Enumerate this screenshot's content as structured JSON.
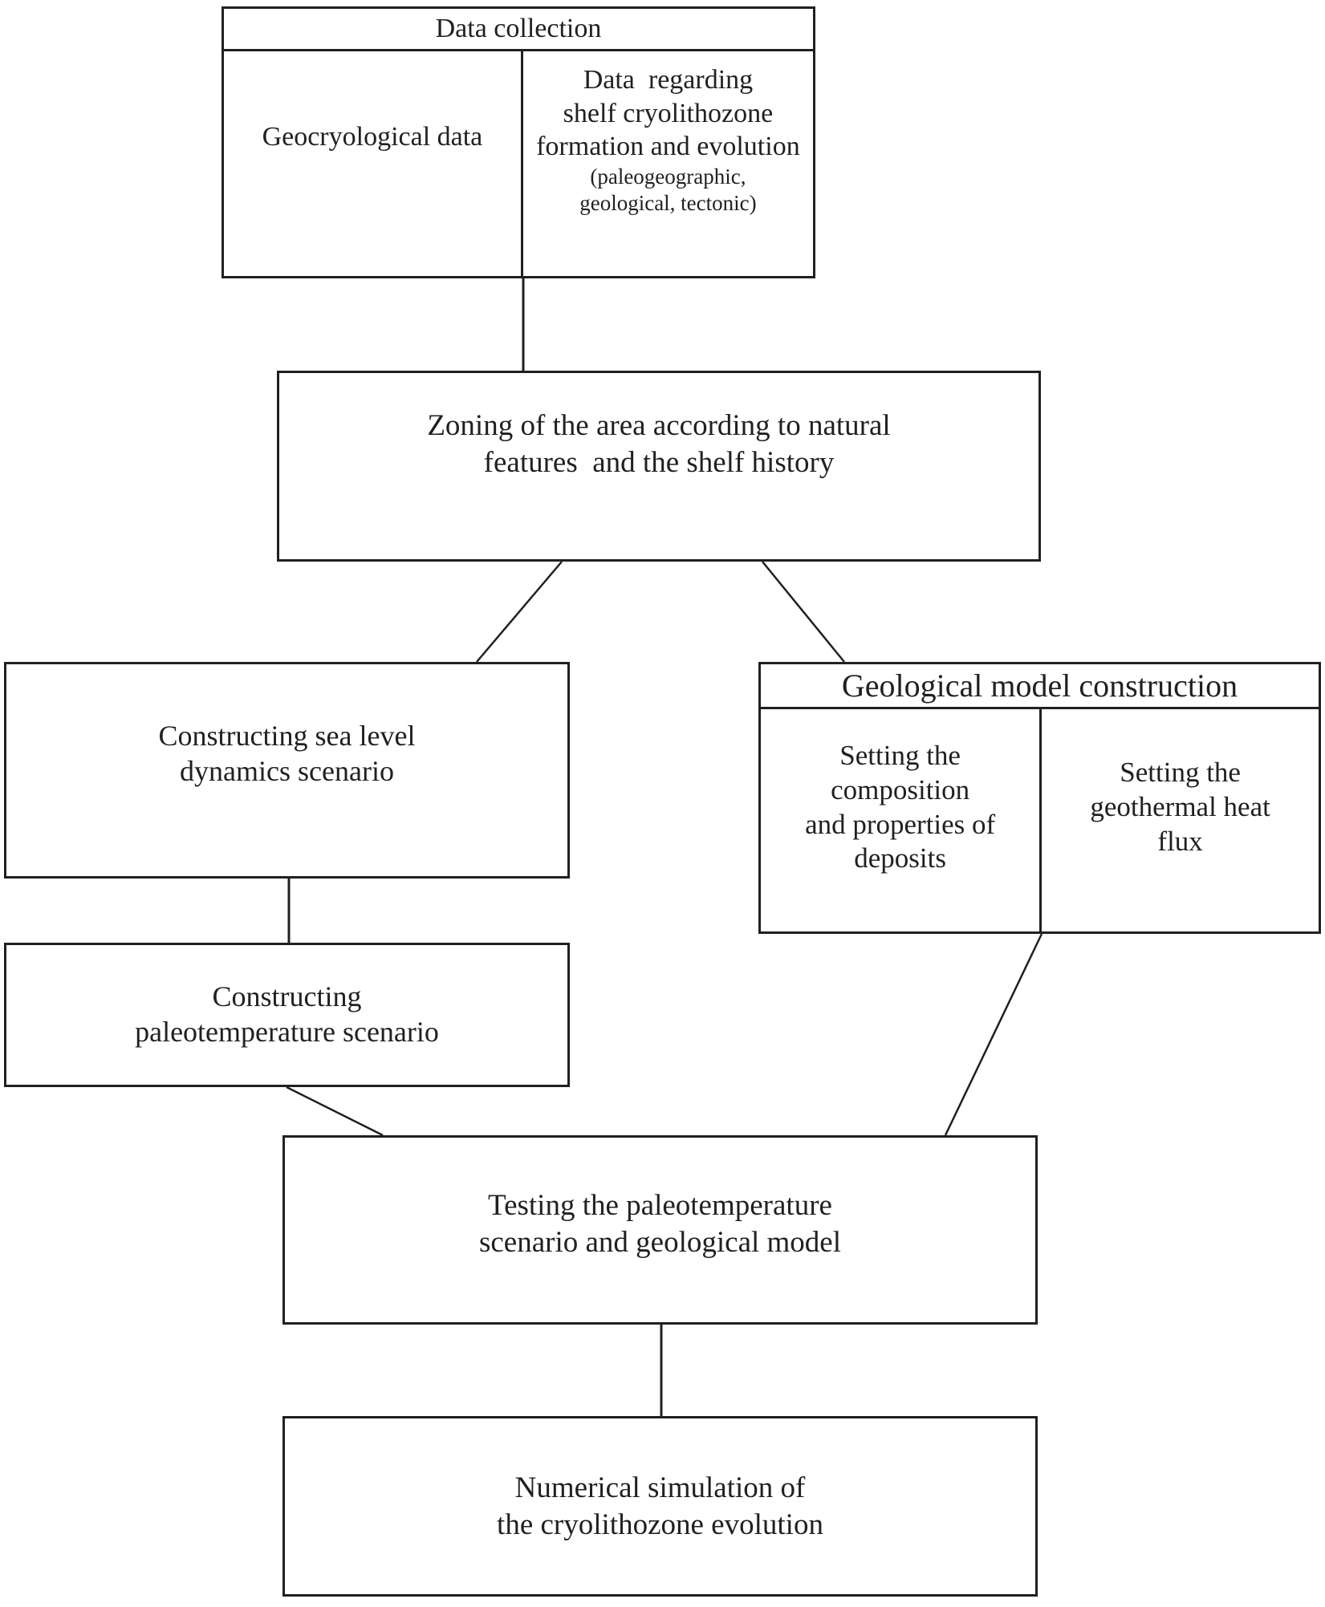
{
  "figure": {
    "type": "flowchart",
    "background": "#ffffff",
    "line_color": "#231f20",
    "text_color": "#231f20"
  },
  "data_collection": {
    "title": "Data collection",
    "left_cell": "Geocryological data",
    "right_cell": {
      "lines": [
        "Data  regarding",
        "shelf cryolithozone",
        "formation and evolution"
      ],
      "note_lines": [
        "(paleogeographic,",
        "geological, tectonic)"
      ]
    }
  },
  "zoning": {
    "lines": [
      "Zoning of the area according to natural",
      "features  and the shelf history"
    ]
  },
  "sea_level": {
    "lines": [
      "Constructing sea level",
      "dynamics scenario"
    ]
  },
  "geological_model": {
    "title": "Geological model construction",
    "left_cell_lines": [
      "Setting the",
      "composition",
      "and properties of",
      "deposits"
    ],
    "right_cell_lines": [
      "Setting the",
      "geothermal heat",
      "flux"
    ]
  },
  "paleotemperature": {
    "lines": [
      "Constructing",
      "paleotemperature scenario"
    ]
  },
  "testing": {
    "lines": [
      "Testing the paleotemperature",
      "scenario and geological model"
    ]
  },
  "simulation": {
    "lines": [
      "Numerical simulation of",
      "the cryolithozone evolution"
    ]
  }
}
